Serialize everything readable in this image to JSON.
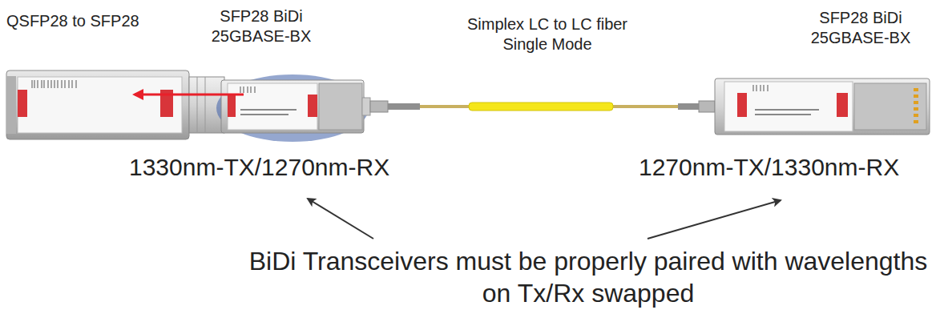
{
  "diagram": {
    "labels": [
      "QSFP28 to SFP28",
      "SFP28 BiDi 25GBASE-BX",
      "Simplex LC to LC fiber Single Mode",
      "SFP28 BiDi 25GBASE-BX",
      "1330nm-TX/1270nm-RX",
      "1270nm-TX/1330nm-RX",
      "BiDi Transceivers must be properly paired with wavelengths on Tx/Rx swapped"
    ]
  }
}
